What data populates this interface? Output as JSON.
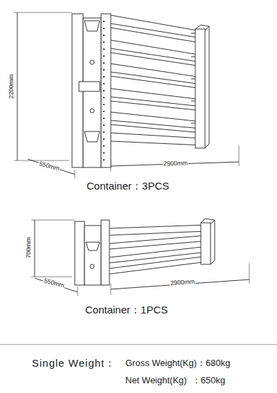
{
  "diagram": {
    "labels": [
      "2200mm",
      "550mm",
      "2900mm",
      "Container：3PCS",
      "700mm",
      "550mm",
      "2900mm",
      "Container：1PCS",
      "Single Weight：",
      "Gross Weight(Kg)：680kg",
      "Net Weight(Kg)  ：650kg"
    ]
  }
}
